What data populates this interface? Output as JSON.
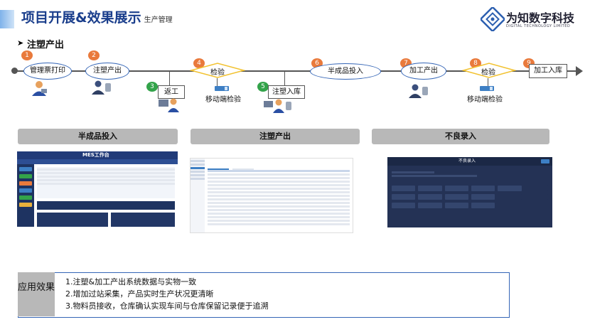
{
  "header": {
    "title": "项目开展&效果展示",
    "subtitle": "生产管理"
  },
  "logo": {
    "name": "为知数字科技",
    "english": "DIGITAL TECHNOLOGY LIMITED"
  },
  "section": {
    "title": "注塑产出"
  },
  "flow": {
    "steps": [
      {
        "num": "1",
        "label": "管理票打印"
      },
      {
        "num": "2",
        "label": "注塑产出"
      },
      {
        "num": "3",
        "label": "返工"
      },
      {
        "num": "4",
        "label": "检验"
      },
      {
        "num": "5",
        "label": "注塑入库"
      },
      {
        "num": "6",
        "label": "半成品投入"
      },
      {
        "num": "7",
        "label": "加工产出"
      },
      {
        "num": "8",
        "label": "检验"
      },
      {
        "num": "9",
        "label": "加工入库"
      }
    ],
    "mobile_check_1": "移动端检验",
    "mobile_check_2": "移动端检验"
  },
  "panels": [
    {
      "title": "半成品投入",
      "screen_title": "MES工作台"
    },
    {
      "title": "注塑产出"
    },
    {
      "title": "不良录入",
      "screen_title": "不良录入"
    }
  ],
  "effects": {
    "label": "应用效果",
    "items": [
      "1.注塑&加工产出系统数据与实物一致",
      "2.增加过站采集，产品实时生产状况更清晰",
      "3.物料员接收，仓库确认实现车间与仓库保留记录便于追溯"
    ]
  },
  "colors": {
    "accent": "#1a3e8c",
    "orange": "#e97a3c",
    "green": "#33a34a",
    "panel_gray": "#b8b8b8",
    "diamond_yellow": "#f2c230"
  }
}
